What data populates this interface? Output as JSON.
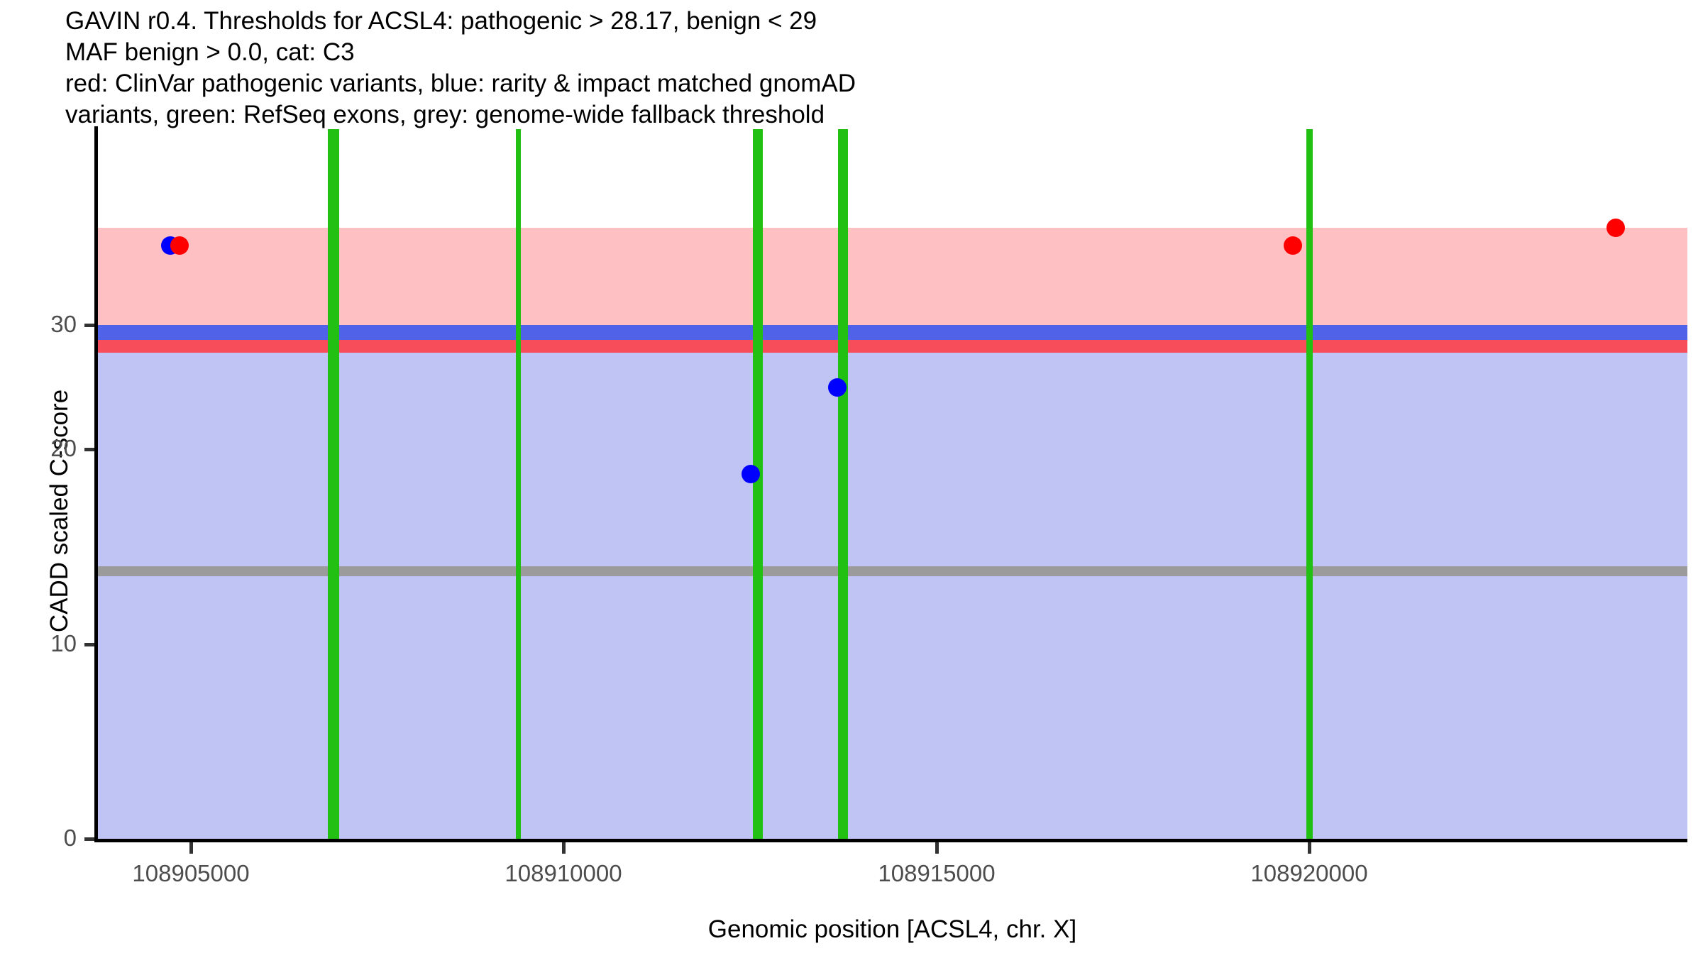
{
  "title": {
    "lines": [
      "GAVIN r0.4. Thresholds for ACSL4: pathogenic > 28.17, benign < 29",
      "MAF benign > 0.0, cat: C3",
      "red: ClinVar pathogenic variants, blue: rarity & impact matched gnomAD",
      "variants, green: RefSeq exons, grey: genome-wide fallback threshold"
    ]
  },
  "axes": {
    "y_title": "CADD scaled C-score",
    "x_title": "Genomic position [ACSL4, chr. X]",
    "y_ticks": [
      "0",
      "10",
      "20",
      "30"
    ],
    "x_ticks": [
      "108905000",
      "108910000",
      "108915000",
      "108920000"
    ]
  },
  "colors": {
    "pathogenic_region": "#FFC0C4",
    "benign_region": "#C0C4F5",
    "pathogenic_threshold_line": "#F74C5A",
    "benign_threshold_line": "#4F62E8",
    "fallback_threshold_line": "#9B9B9B",
    "exon": "#22C012",
    "clinvar_point": "#FF0000",
    "gnomad_point": "#0000FF",
    "axis_text": "#4d4d4d",
    "title_text": "#000000"
  },
  "chart_data": {
    "type": "scatter",
    "title": "GAVIN r0.4. Thresholds for ACSL4: pathogenic > 28.17, benign < 29",
    "xlabel": "Genomic position [ACSL4, chr. X]",
    "ylabel": "CADD scaled C-score",
    "xlim": [
      108903700,
      108922500
    ],
    "ylim": [
      0,
      36.5
    ],
    "grid": false,
    "legend": "in-title",
    "thresholds": {
      "pathogenic_gt": 28.17,
      "benign_lt": 29,
      "genome_wide_fallback": 15,
      "maf_benign_gt": 0.0,
      "category": "C3"
    },
    "series": [
      {
        "name": "ClinVar pathogenic variants",
        "color": "#FF0000",
        "points": [
          {
            "x": 108905060,
            "y": 34.0
          },
          {
            "x": 108918110,
            "y": 34.0
          },
          {
            "x": 108921930,
            "y": 34.9
          }
        ]
      },
      {
        "name": "rarity & impact matched gnomAD variants",
        "color": "#0000FF",
        "points": [
          {
            "x": 108904940,
            "y": 34.0
          },
          {
            "x": 108911720,
            "y": 20.7
          },
          {
            "x": 108912730,
            "y": 25.8
          }
        ]
      }
    ],
    "exons": {
      "name": "RefSeq exons",
      "color": "#22C012",
      "positions": [
        108906550,
        108908780,
        108911610,
        108912620,
        108918190
      ],
      "widths_bp": [
        130,
        45,
        105,
        105,
        55
      ]
    },
    "regions": [
      {
        "name": "pathogenic region",
        "y_from": 28.17,
        "y_to": 36.5,
        "color": "#FFC0C4"
      },
      {
        "name": "benign region",
        "y_from": 0,
        "y_to": 29,
        "color": "#C0C4F5"
      }
    ],
    "hlines": [
      {
        "name": "benign threshold",
        "y": 29,
        "color": "#4F62E8"
      },
      {
        "name": "pathogenic threshold",
        "y": 28.17,
        "color": "#F74C5A"
      },
      {
        "name": "genome-wide fallback threshold",
        "y": 15,
        "color": "#9B9B9B"
      }
    ]
  }
}
